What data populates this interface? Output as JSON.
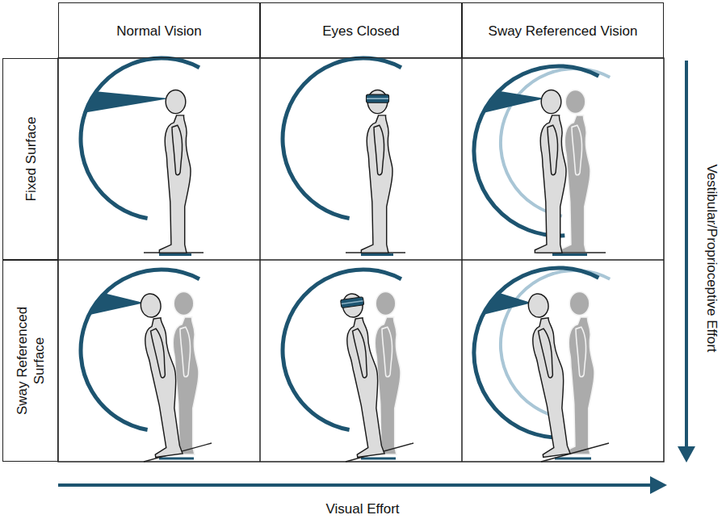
{
  "diagram": {
    "nodes": [
      {
        "text": [
          "Normal Vision"
        ]
      },
      {
        "text": [
          "Eyes Closed"
        ]
      },
      {
        "text": [
          "Sway Referenced Vision"
        ]
      },
      {
        "text": [
          "Fixed Surface"
        ]
      },
      {
        "text": [
          "Sway Referenced Surface"
        ]
      }
    ],
    "labels": [
      "Vestibular/Proprioceptive Effort",
      "Visual Effort"
    ]
  }
}
